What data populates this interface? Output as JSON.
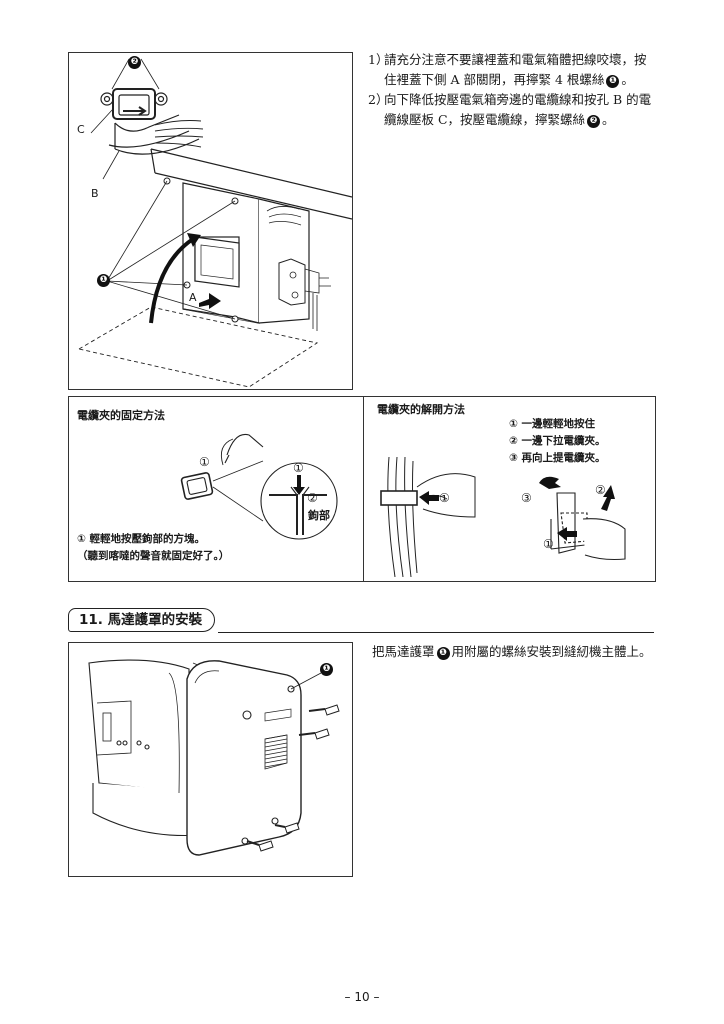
{
  "top_section": {
    "figure_labels": {
      "marker_2": "❷",
      "marker_1": "❶",
      "label_c": "C",
      "label_b": "B",
      "label_a": "A"
    },
    "instructions": [
      {
        "num": "1）",
        "line1": "請充分注意不要讓裡蓋和電氣箱體把線咬壞，按",
        "line2_pre": "住裡蓋下側 A 部關閉，再擰緊 4 根螺絲",
        "marker": "❶",
        "line2_post": "。"
      },
      {
        "num": "2）",
        "line1": "向下降低按壓電氣箱旁邊的電纜線和按孔 B 的電",
        "line2_pre": "纜線壓板 C，按壓電纜線，擰緊螺絲",
        "marker": "❷",
        "line2_post": "。"
      }
    ]
  },
  "cable_clamp": {
    "fix": {
      "title": "電纜夾的固定方法",
      "fig_marks": {
        "m1": "①",
        "m1b": "①",
        "m2": "②",
        "hook": "鉤部"
      },
      "note_line1": "① 輕輕地按壓鉤部的方塊。",
      "note_line2": "（聽到喀噠的聲音就固定好了。）"
    },
    "release": {
      "title": "電纜夾的解開方法",
      "steps": [
        "① 一邊輕輕地按住",
        "② 一邊下拉電纜夾。",
        "③ 再向上提電纜夾。"
      ],
      "fig_marks": {
        "m1": "①",
        "m2": "②",
        "m3": "③",
        "m1b": "①"
      }
    }
  },
  "section11": {
    "title": "11. 馬達護罩的安裝",
    "text_pre": "把馬達護罩",
    "marker": "❶",
    "text_post": "用附屬的螺絲安裝到縫紉機主體上。",
    "fig_marker": "❶"
  },
  "footer": {
    "page": "– 10 –"
  }
}
